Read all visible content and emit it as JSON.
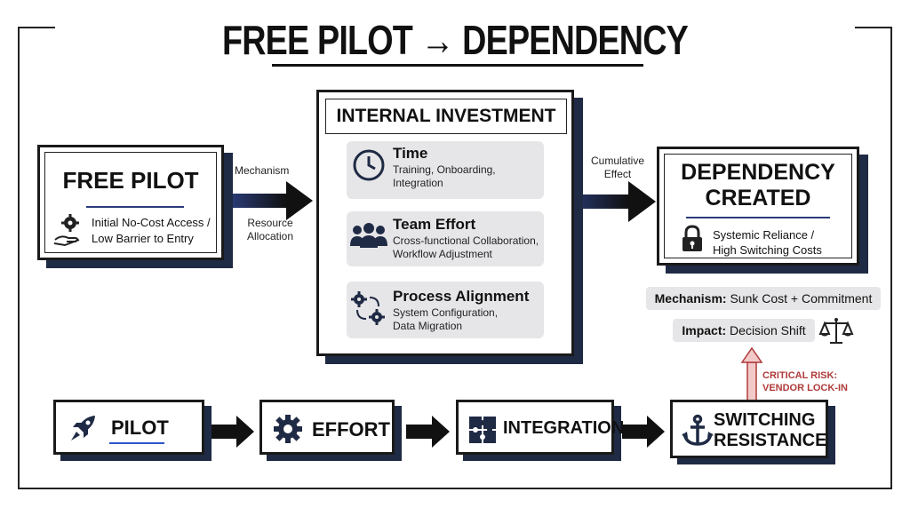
{
  "title": "FREE PILOT → DEPENDENCY",
  "free_pilot": {
    "heading": "FREE PILOT",
    "desc_line1": "Initial No-Cost Access /",
    "desc_line2": "Low Barrier to Entry",
    "icon": "gear-hand-icon"
  },
  "arrow_left": {
    "label_top": "Mechanism",
    "label_bottom_1": "Resource",
    "label_bottom_2": "Allocation"
  },
  "investment": {
    "heading": "INTERNAL INVESTMENT",
    "items": [
      {
        "title": "Time",
        "line1": "Training, Onboarding,",
        "line2": "Integration",
        "icon": "clock-icon"
      },
      {
        "title": "Team Effort",
        "line1": "Cross-functional Collaboration,",
        "line2": "Workflow Adjustment",
        "icon": "team-icon"
      },
      {
        "title": "Process Alignment",
        "line1": "System Configuration,",
        "line2": "Data Migration",
        "icon": "process-gears-icon"
      }
    ]
  },
  "arrow_right": {
    "label_1": "Cumulative",
    "label_2": "Effect"
  },
  "dependency": {
    "heading_1": "DEPENDENCY",
    "heading_2": "CREATED",
    "desc_line1": "Systemic Reliance /",
    "desc_line2": "High Switching Costs",
    "icon": "lock-icon"
  },
  "mechanism_tag": {
    "label": "Mechanism:",
    "value": "Sunk Cost + Commitment"
  },
  "impact_tag": {
    "label": "Impact:",
    "value": "Decision Shift",
    "icon": "scales-icon"
  },
  "risk": {
    "line1": "CRITICAL RISK:",
    "line2": "VENDOR LOCK-IN"
  },
  "flow": [
    {
      "label": "PILOT",
      "icon": "rocket-icon"
    },
    {
      "label": "EFFORT",
      "icon": "gear-icon"
    },
    {
      "label": "INTEGRATION",
      "icon": "puzzle-icon"
    },
    {
      "label_1": "SWITCHING",
      "label_2": "RESISTANCE",
      "icon": "anchor-icon"
    }
  ],
  "colors": {
    "navy": "#1f2a44",
    "gray_panel": "#e6e6e8",
    "risk_red": "#b03a3a",
    "pilot_underline": "#2c56c9"
  }
}
